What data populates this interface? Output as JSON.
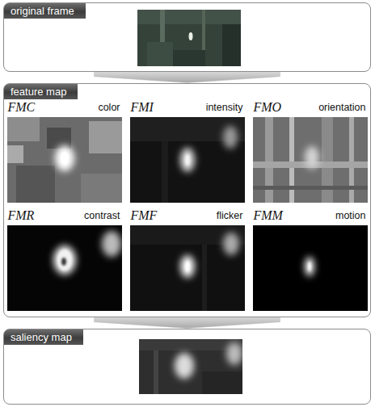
{
  "diagram": {
    "nodes": [
      {
        "text": [
          "original frame"
        ]
      },
      {
        "text": [
          "feature map"
        ]
      },
      {
        "text": [
          "FMC",
          "color"
        ],
        "in": 1
      },
      {
        "text": [
          "FMI",
          "intensity"
        ],
        "in": 1
      },
      {
        "text": [
          "FMO",
          "orientation"
        ],
        "in": 1
      },
      {
        "text": [
          "FMR",
          "contrast"
        ],
        "in": 1
      },
      {
        "text": [
          "FMF",
          "flicker"
        ],
        "in": 1
      },
      {
        "text": [
          "FMM",
          "motion"
        ],
        "in": 1
      },
      {
        "text": [
          "saliency map"
        ]
      }
    ],
    "edges": [
      {
        "from": 0,
        "to": 1,
        "arrow": "to"
      },
      {
        "from": 1,
        "to": 8,
        "arrow": "to"
      }
    ]
  }
}
